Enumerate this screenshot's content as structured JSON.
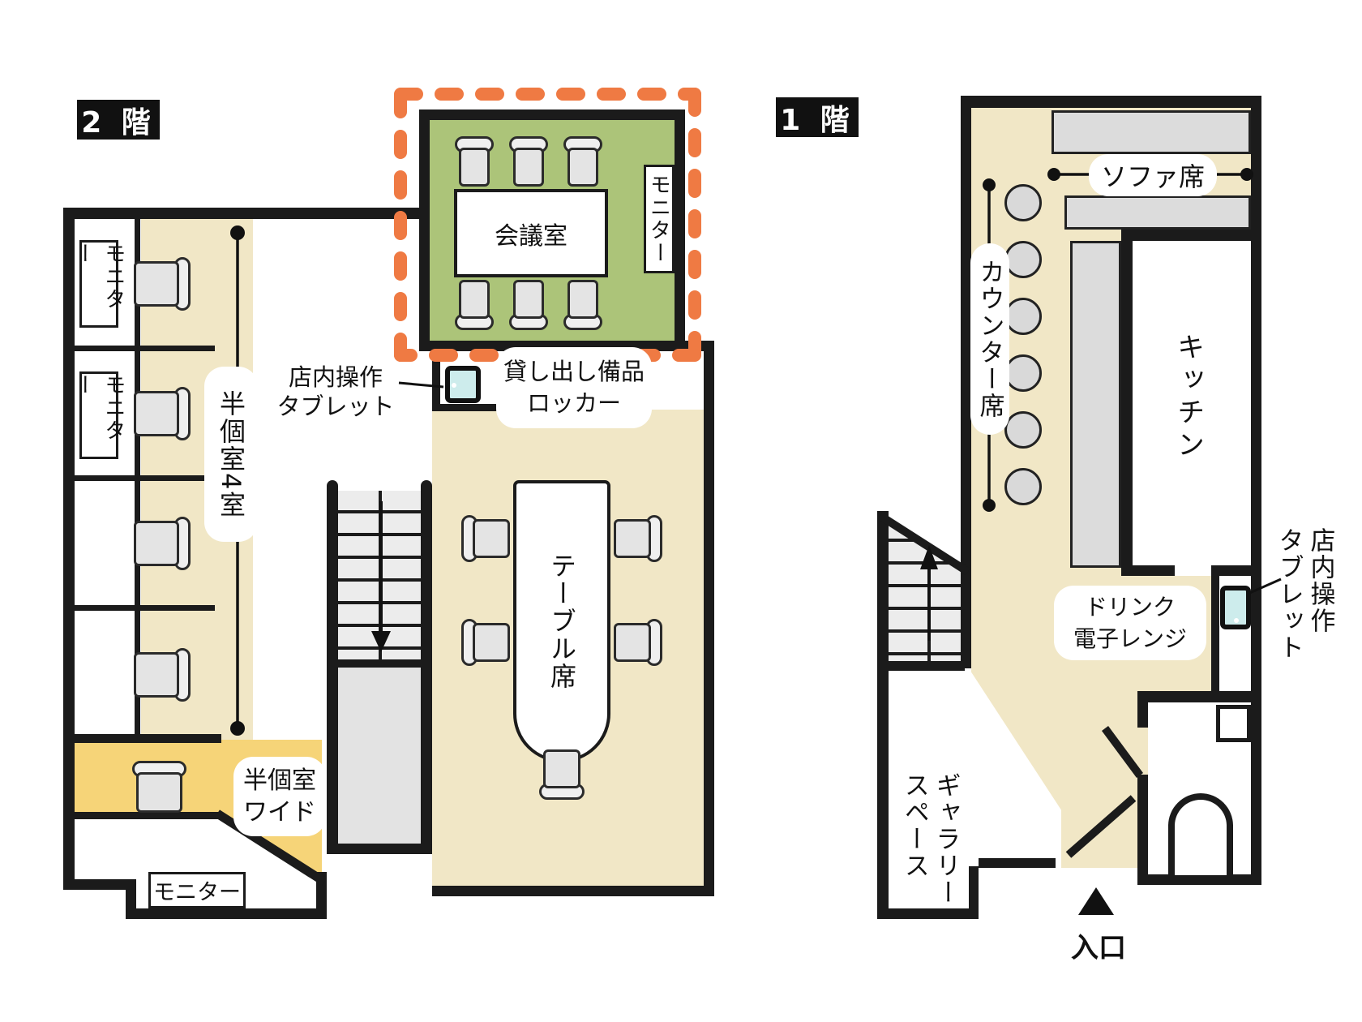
{
  "floor2": {
    "name_label": "2 階",
    "monitor_label": "モニター",
    "rooms_measure_label": "半個室4室",
    "meeting_room_label": "会議室",
    "tablet_label_line1": "店内操作",
    "tablet_label_line2": "タブレット",
    "locker_label_line1": "貸し出し備品",
    "locker_label_line2": "ロッカー",
    "table_seats_label": "テーブル席",
    "wide_room_label_line1": "半個室",
    "wide_room_label_line2": "ワイド"
  },
  "floor1": {
    "name_label": "1 階",
    "sofa_label": "ソファ席",
    "counter_label": "カウンター席",
    "kitchen_label": "キッチン",
    "drink_label_line1": "ドリンク",
    "drink_label_line2": "電子レンジ",
    "tablet_label": "店内操作\nタブレット",
    "gallery_label": "ギャラリー\nスペース",
    "entrance_label": "入口"
  },
  "colors": {
    "wall": "#1b1b1b",
    "floor_beige": "#f1e7c6",
    "wide_room_yellow": "#f6d478",
    "meeting_room_green": "#acc479",
    "furniture_grey": "#e3e3e3",
    "highlight_orange": "#ef7a43",
    "tablet_screen_cyan": "#cdecec"
  }
}
